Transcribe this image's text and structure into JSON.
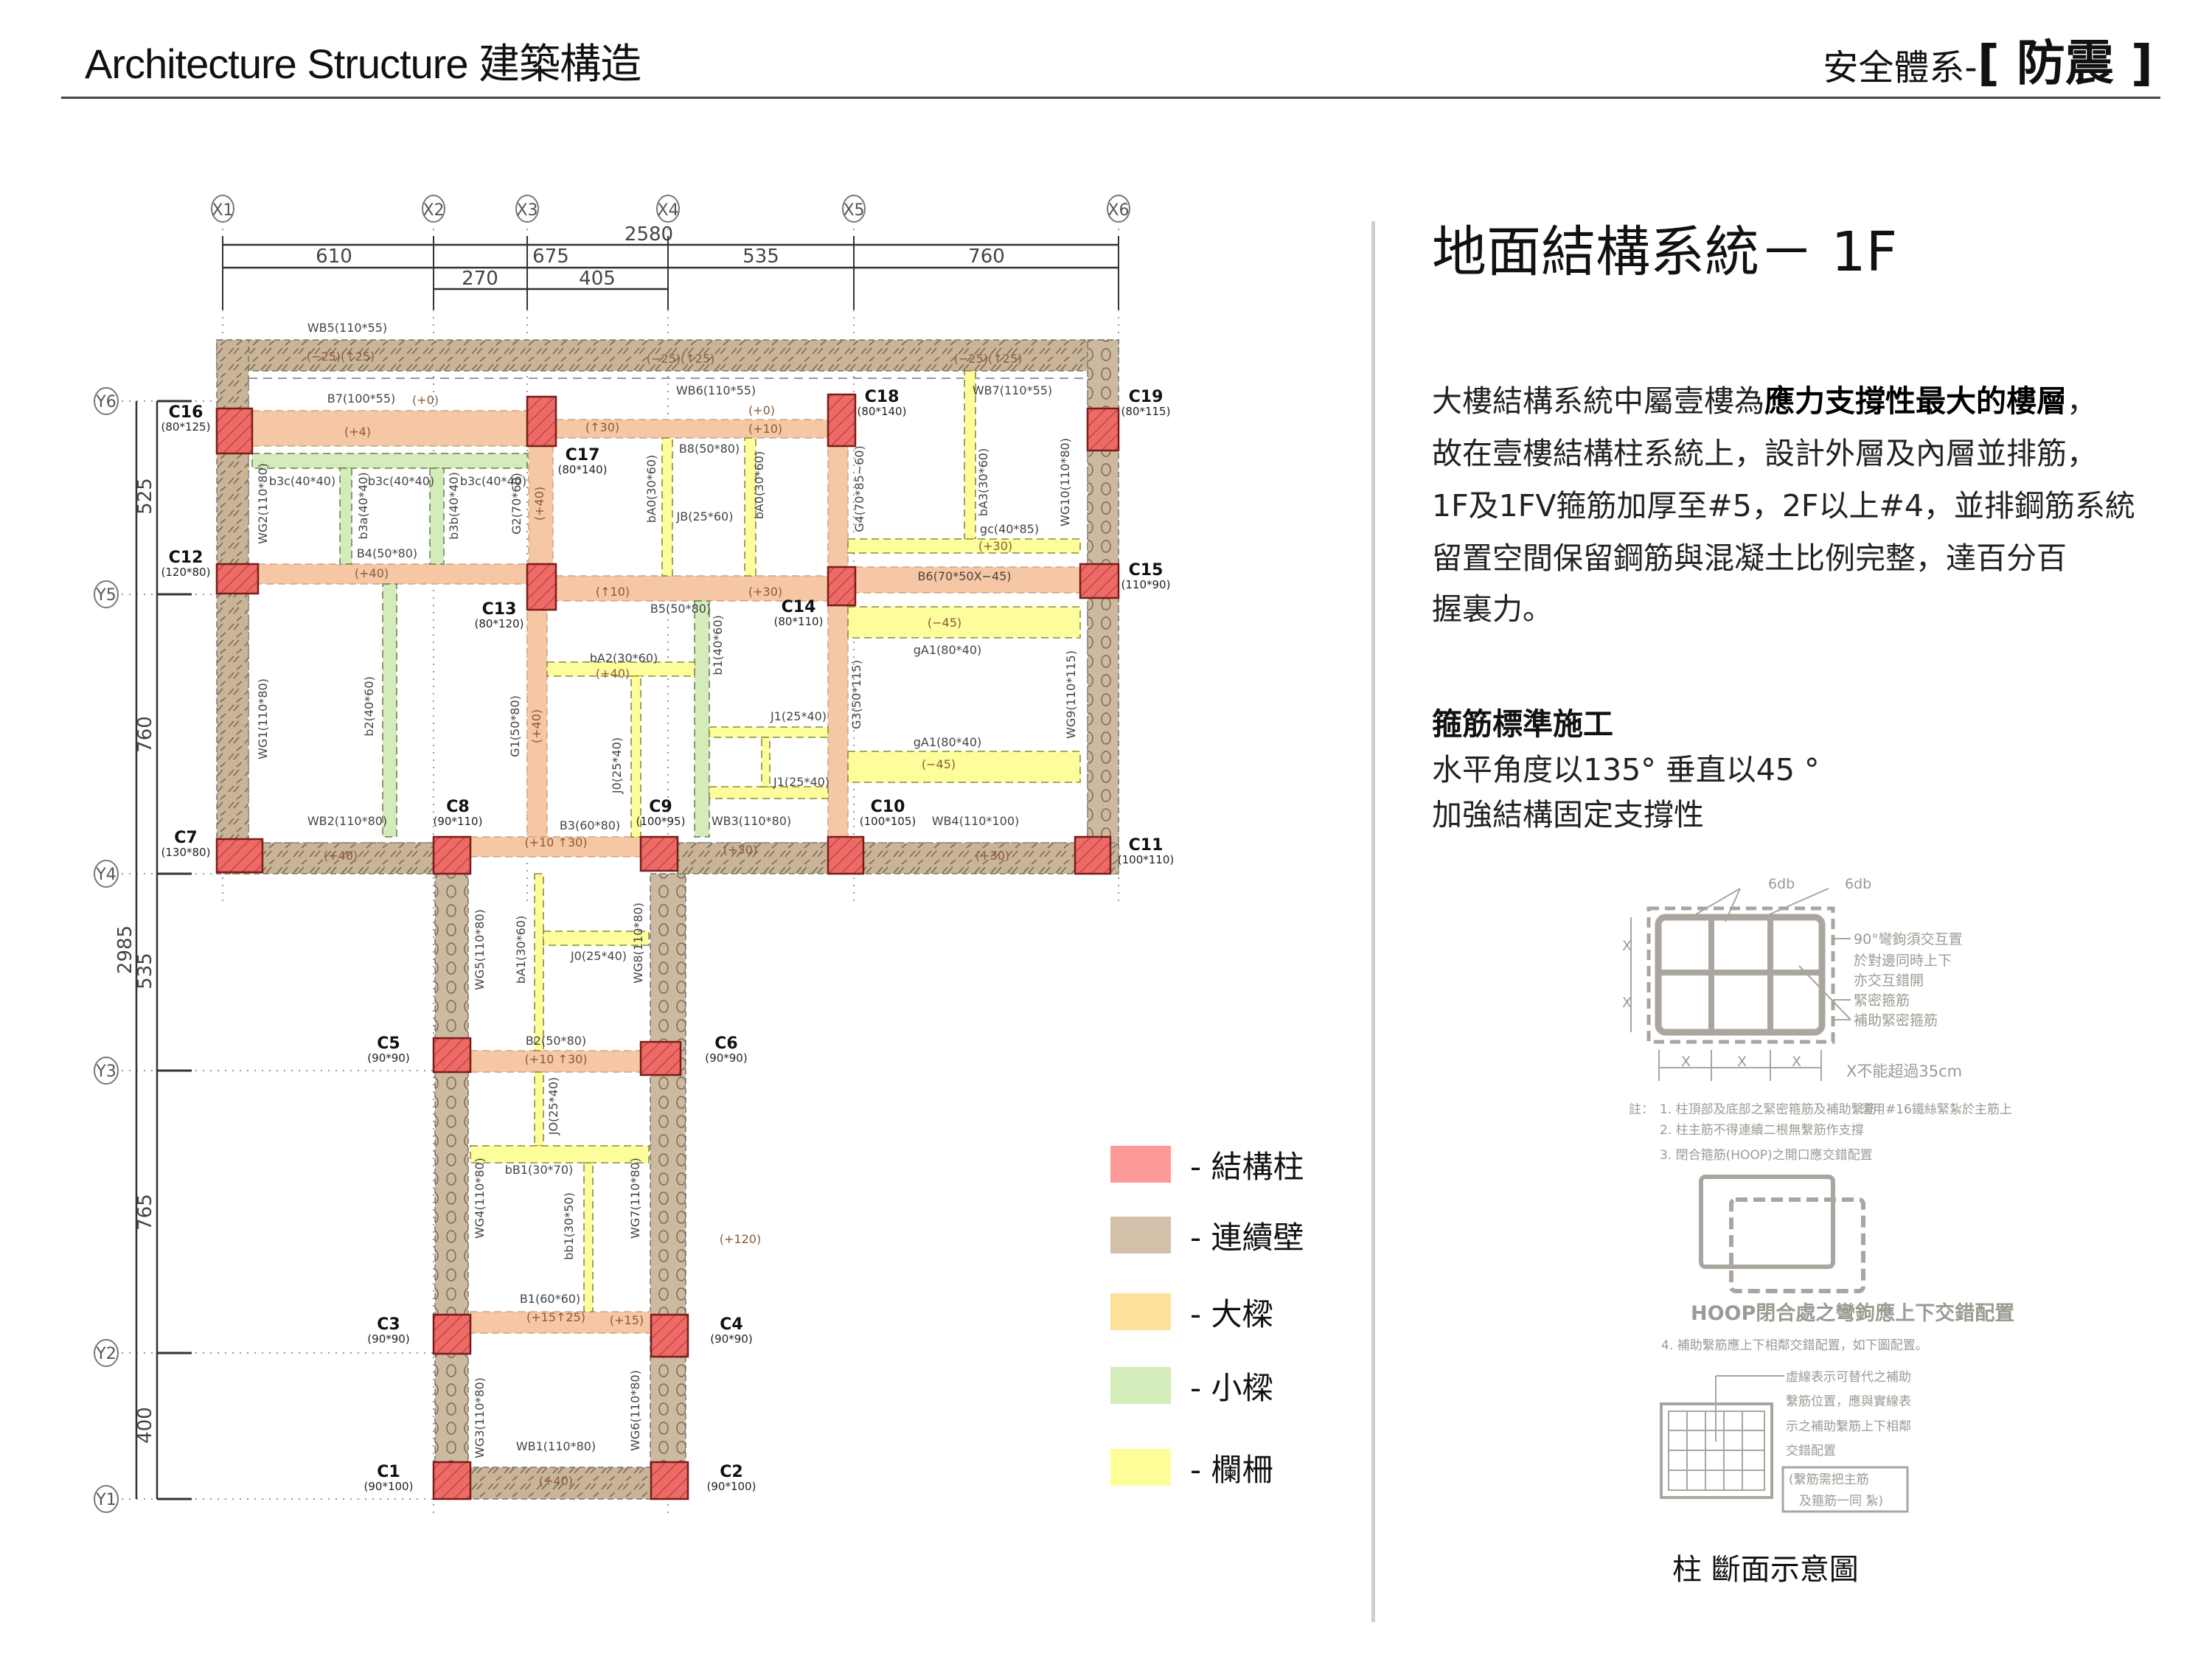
{
  "header": {
    "title": "Architecture Structure 建築構造",
    "section": "安全體系-",
    "tag": "[ 防震 ]"
  },
  "panel": {
    "title": "地面結構系統－  1F",
    "paragraph": [
      {
        "pre": "大樓結構系統中屬壹樓為",
        "bold": "應力支撐性最大的樓層",
        "post": "，"
      },
      {
        "pre": "故在壹樓結構柱系統上，設計外層及內層並排筋，"
      },
      {
        "pre": "1F及1FV箍筋加厚至#5，2F以上#4，並排鋼筋系統"
      },
      {
        "pre": "留置空間保留鋼筋與混凝土比例完整，達百分百"
      },
      {
        "pre": "握裏力。"
      }
    ],
    "subheading": "箍筋標準施工",
    "sub_lines": [
      "水平角度以135°  垂直以45  °",
      "加強結構固定支撐性"
    ]
  },
  "legend": {
    "items": [
      {
        "label": "- 結構柱",
        "color": "#fd9a98"
      },
      {
        "label": "- 連續壁",
        "color": "#d4bfa9"
      },
      {
        "label": "- 大樑",
        "color": "#fde199"
      },
      {
        "label": "- 小樑",
        "color": "#d4ecb9"
      },
      {
        "label": "- 欄柵",
        "color": "#fefe99"
      }
    ]
  },
  "plan": {
    "grid_x": [
      "X1",
      "X2",
      "X3",
      "X4",
      "X5",
      "X6"
    ],
    "grid_y": [
      "Y6",
      "Y5",
      "Y4",
      "Y3",
      "Y2",
      "Y1"
    ],
    "dims_top": [
      "2580",
      "610",
      "675",
      "535",
      "760",
      "270",
      "405"
    ],
    "dims_left": [
      "525",
      "760",
      "2985",
      "535",
      "765",
      "400"
    ],
    "columns": [
      {
        "id": "C16",
        "size": "(80*125)"
      },
      {
        "id": "C12",
        "size": "(120*80)"
      },
      {
        "id": "C7",
        "size": "(130*80)"
      },
      {
        "id": "C17",
        "size": "(80*140)"
      },
      {
        "id": "C13",
        "size": "(80*120)"
      },
      {
        "id": "C18",
        "size": "(80*140)"
      },
      {
        "id": "C14",
        "size": "(80*110)"
      },
      {
        "id": "C19",
        "size": "(80*115)"
      },
      {
        "id": "C15",
        "size": "(110*90)"
      },
      {
        "id": "C8",
        "size": "(90*110)"
      },
      {
        "id": "C9",
        "size": "(100*95)"
      },
      {
        "id": "C10",
        "size": "(100*105)"
      },
      {
        "id": "C11",
        "size": "(100*110)"
      },
      {
        "id": "C5",
        "size": "(90*90)"
      },
      {
        "id": "C6",
        "size": "(90*90)"
      },
      {
        "id": "C3",
        "size": "(90*90)"
      },
      {
        "id": "C4",
        "size": "(90*90)"
      },
      {
        "id": "C1",
        "size": "(90*100)"
      },
      {
        "id": "C2",
        "size": "(90*100)"
      }
    ],
    "labels": [
      "WB5(110*55)",
      "(−25)(↑25)",
      "(−25)(↑25)",
      "(−25)(↑25)",
      "B7(100*55)",
      "(+0)",
      "(+4)",
      "(↑30)",
      "WB6(110*55)",
      "(+0)",
      "(+10)",
      "B8(50*80)",
      "WB7(110*55)",
      "b3c(40*40)",
      "b3c(40*40)",
      "b3c(40*40)",
      "B4(50*80)",
      "(+40)",
      "(↑10)",
      "(+30)",
      "B5(50*80)",
      "B6(70*50X−45)",
      "gc(40*85)",
      "(+30)",
      "(−45)",
      "gA1(80*40)",
      "gA1(80*40)",
      "(−45)",
      "bA2(30*60)",
      "(+40)",
      "JB(25*60)",
      "J1(25*40)",
      "J1(25*40)",
      "WB2(110*80)",
      "WB3(110*80)",
      "WB4(110*100)",
      "B3(60*80)",
      "(+10 ↑30)",
      "(+40)",
      "(+30)",
      "(+30)",
      "B2(50*80)",
      "(+10 ↑30)",
      "J0(25*40)",
      "bB1(30*70)",
      "B1(60*60)",
      "(+15↑25)",
      "(+15)",
      "WB1(110*80)",
      "(+40)",
      "(+120)"
    ],
    "vlabels": [
      "WG2(110*80)",
      "WG1(110*80)",
      "G2(70*60)",
      "(+40)",
      "G1(50*80)",
      "(+40)",
      "b3a(40*40)",
      "b3b(40*40)",
      "b2(40*60)",
      "bA0(30*60)",
      "bA0(30*60)",
      "b1(40*60)",
      "G4(70*85~60)",
      "bA3(30*60)",
      "WG10(110*80)",
      "G3(50*115)",
      "WG9(110*115)",
      "J0(25*40)",
      "WG5(110*80)",
      "bA1(30*60)",
      "WG8(110*80)",
      "WG4(110*80)",
      "JO(25*40)",
      "WG7(110*80)",
      "bb1(30*50)",
      "WG3(110*80)",
      "WG6(110*80)"
    ]
  },
  "diagram": {
    "hook_a": "6db",
    "hook_b": "6db",
    "side_notes": [
      "90°彎鉤須交互置",
      "於對邊同時上下",
      "亦交互錯開",
      "緊密箍筋",
      "補助緊密箍筋"
    ],
    "x_mark": "X",
    "x_limit": "X不能超過35cm",
    "note_prefix": "註：",
    "notes": [
      "1. 柱頂部及底部之緊密箍筋及補助繫筋",
      "2. 柱主筋不得連續二根無繫筋作支撐",
      "3. 閉合箍筋(HOOP)之開口應交錯配置"
    ],
    "note1_tail": "須用#16鐵絲緊紮於主筋上",
    "hoop_caption": "HOOP閉合處之彎鉤應上下交錯配置",
    "note4": "4. 補助繫筋應上下相鄰交錯配置，如下圖配置。",
    "dash_notes": [
      "虛線表示可替代之補助",
      "繫筋位置，應與實線表",
      "示之補助繫筋上下相鄰",
      "交錯配置"
    ],
    "box_notes": [
      "(繫筋需把主筋",
      "及箍筋一同 紮)"
    ],
    "caption": "柱  斷面示意圖"
  }
}
